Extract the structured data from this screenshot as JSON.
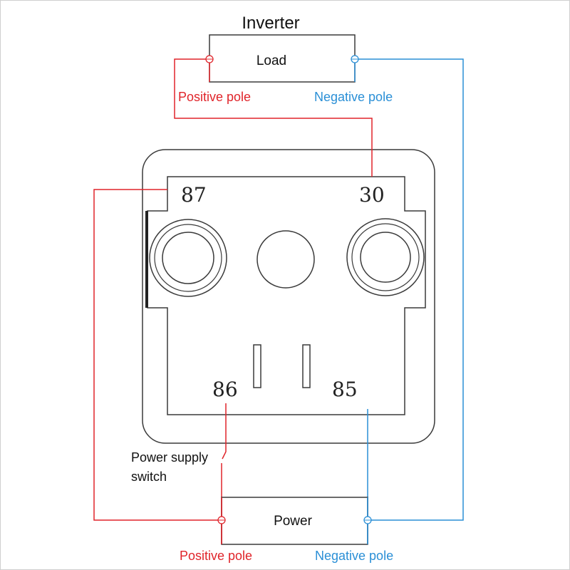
{
  "title": "Inverter",
  "load_label": "Load",
  "power_label": "Power",
  "load_positive_label": "Positive pole",
  "load_negative_label": "Negative pole",
  "power_positive_label": "Positive pole",
  "power_negative_label": "Negative pole",
  "switch_label_line1": "Power supply",
  "switch_label_line2": "switch",
  "pins": {
    "p87": "87",
    "p30": "30",
    "p86": "86",
    "p85": "85"
  },
  "colors": {
    "positive": "#e0242a",
    "negative": "#2a8fd6",
    "outline": "#3a3a3a",
    "text": "#111111"
  }
}
